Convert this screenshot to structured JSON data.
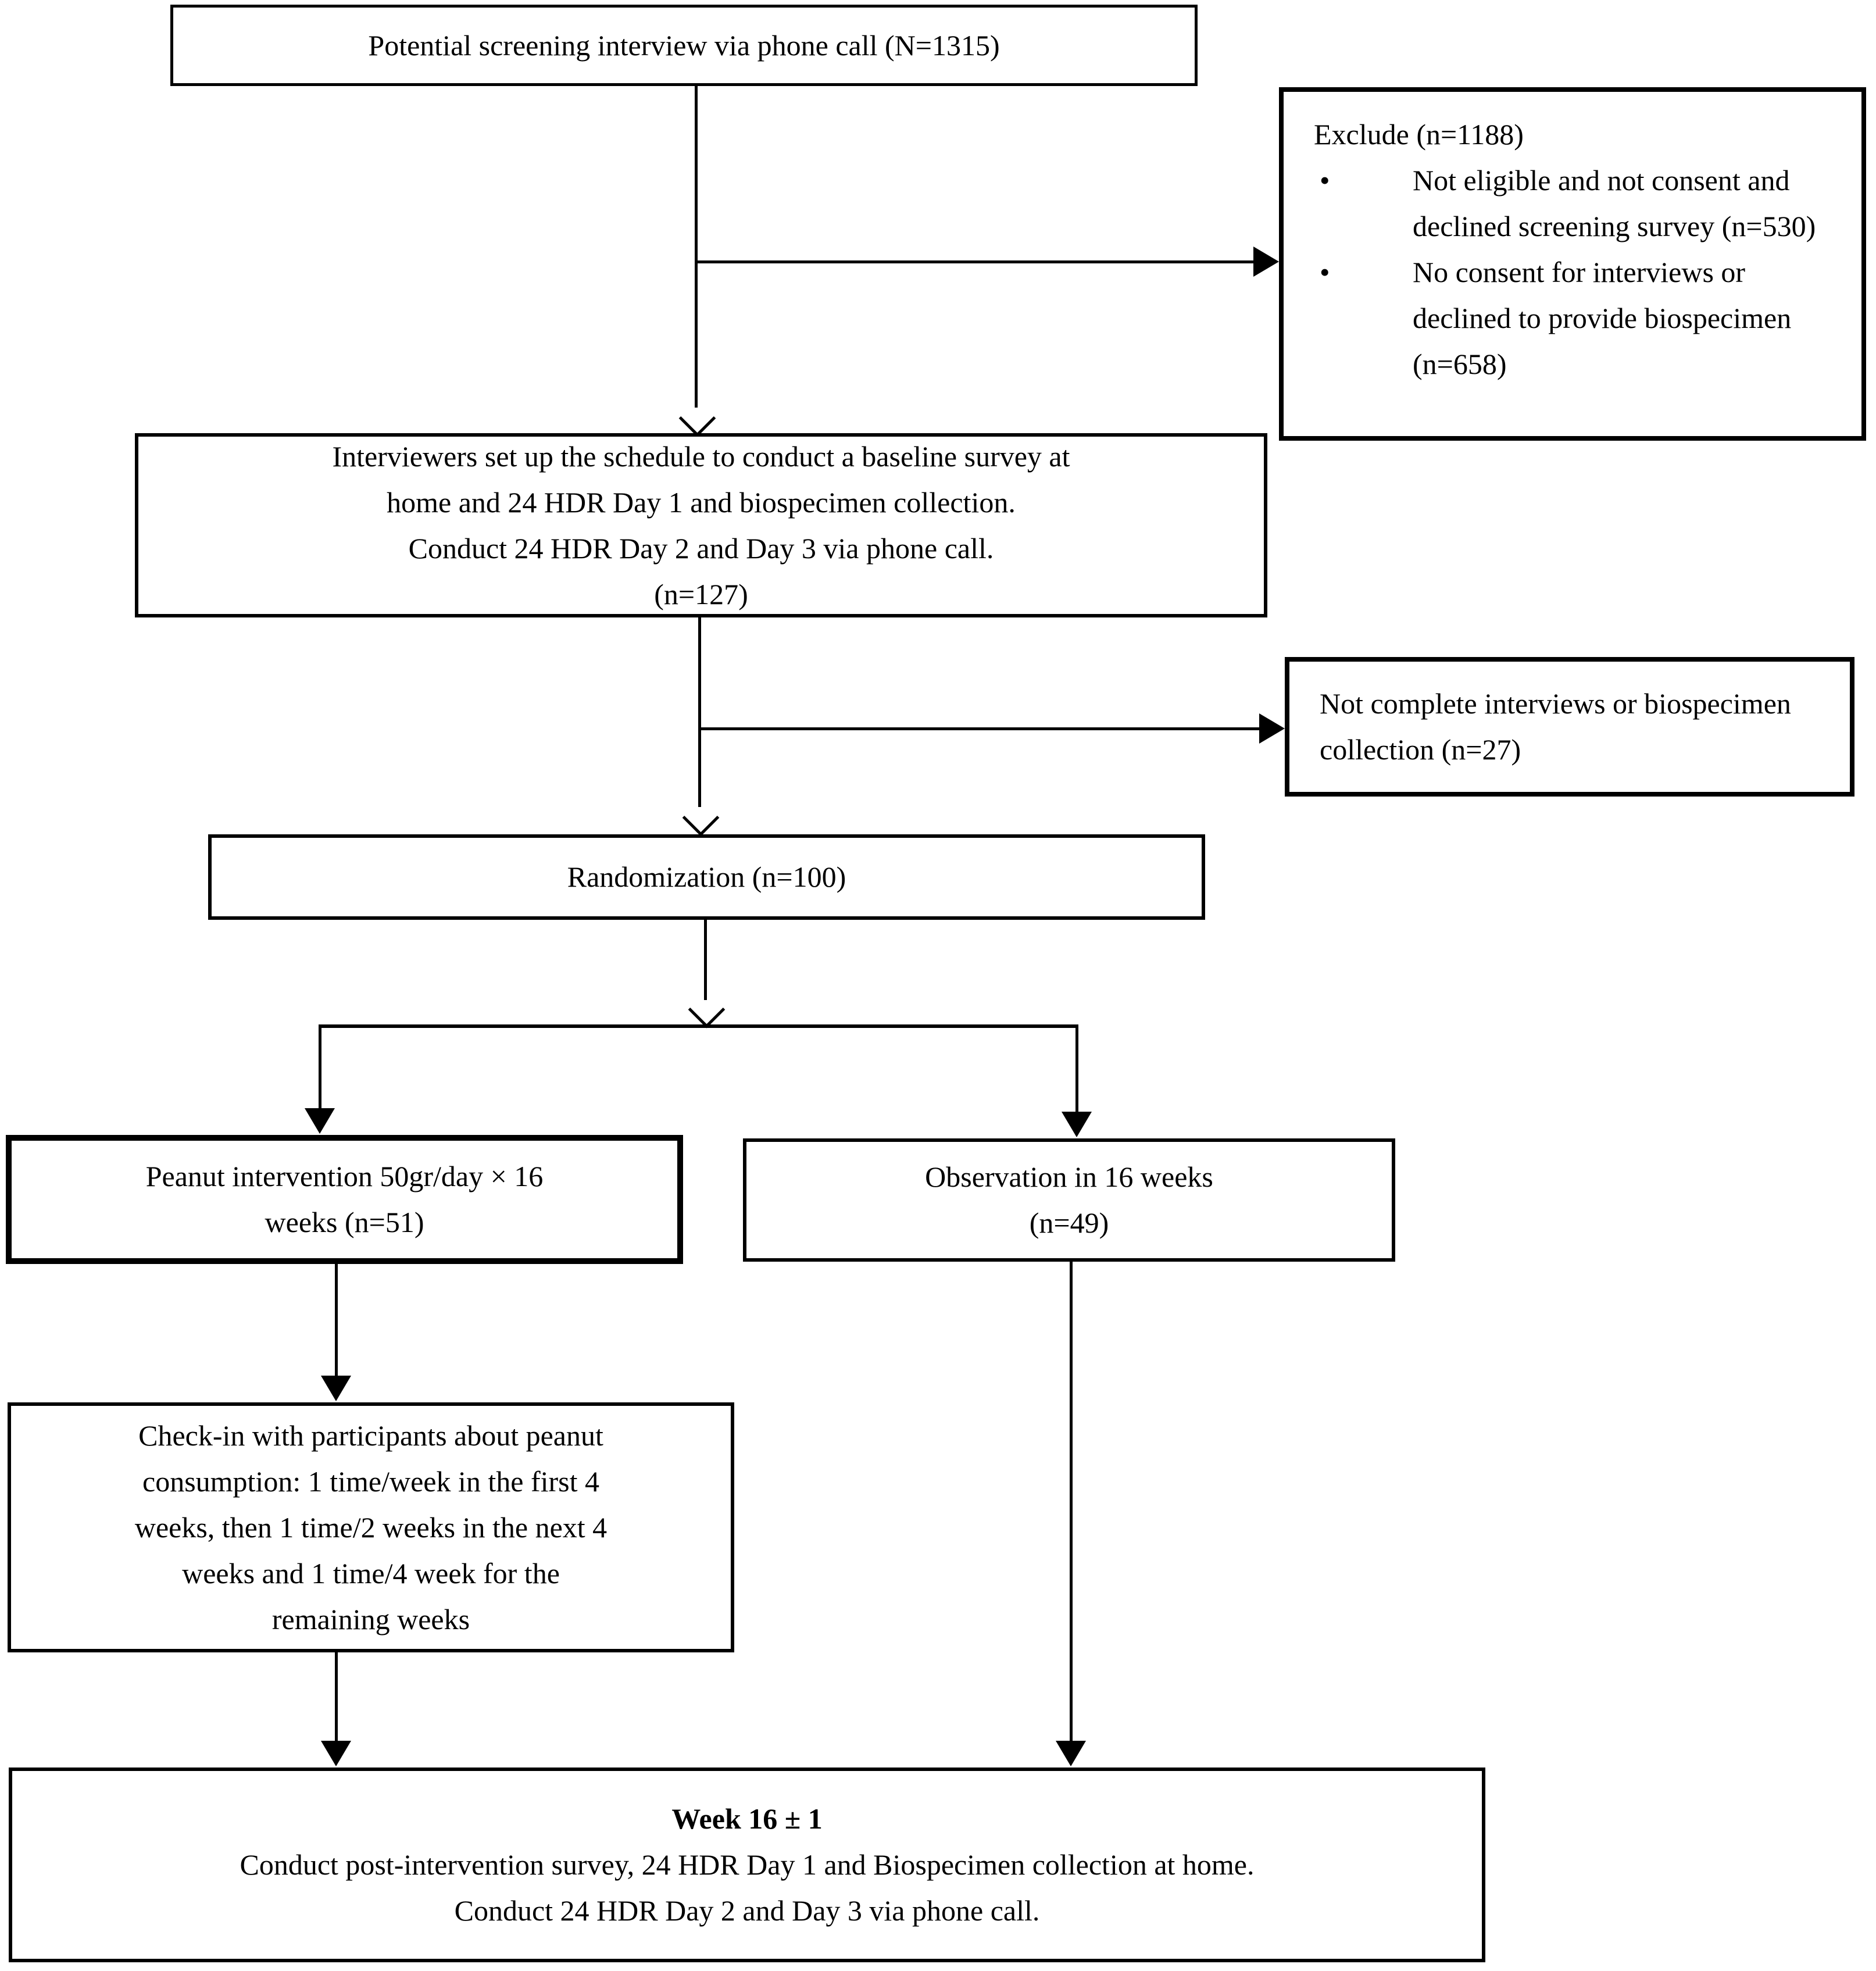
{
  "colors": {
    "background": "#ffffff",
    "line": "#000000",
    "text": "#000000"
  },
  "nodes": {
    "screening": {
      "text": "Potential screening interview via phone call (N=1315)"
    },
    "exclude": {
      "title": "Exclude (n=1188)",
      "bullet_glyph": "•",
      "bullets": [
        "Not eligible and not consent and declined screening survey (n=530)",
        "No consent for interviews or declined to provide biospecimen (n=658)"
      ]
    },
    "schedule": {
      "lines": [
        "Interviewers set up the schedule to conduct a baseline survey at",
        "home and 24 HDR Day 1 and biospecimen collection.",
        "Conduct 24 HDR Day 2 and Day 3 via phone call.",
        "(n=127)"
      ]
    },
    "not_complete": {
      "text": "Not complete interviews or biospecimen collection (n=27)"
    },
    "randomization": {
      "text": "Randomization (n=100)"
    },
    "peanut": {
      "lines": [
        "Peanut intervention 50gr/day × 16",
        "weeks (n=51)"
      ]
    },
    "observation": {
      "lines": [
        "Observation in 16 weeks",
        "(n=49)"
      ]
    },
    "checkin": {
      "lines": [
        "Check-in with participants about peanut",
        "consumption: 1 time/week in the first 4",
        "weeks, then 1 time/2 weeks in the next 4",
        "weeks and 1 time/4 week for the",
        "remaining weeks"
      ]
    },
    "week16": {
      "heading": "Week 16 ± 1",
      "lines": [
        "Conduct post-intervention survey, 24 HDR Day 1 and Biospecimen collection at home.",
        "Conduct 24 HDR Day 2 and Day 3 via phone call."
      ]
    }
  }
}
